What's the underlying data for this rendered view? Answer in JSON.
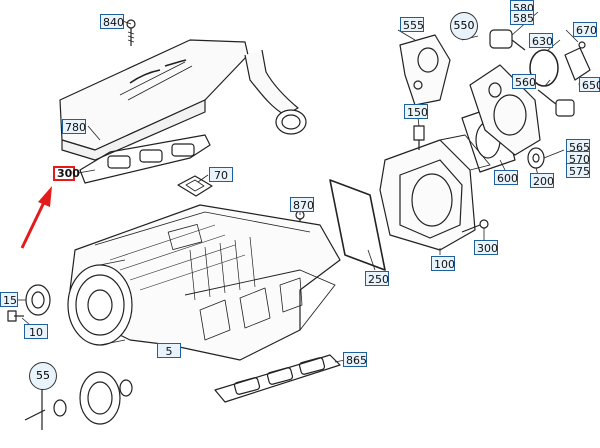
{
  "brand_color": "#1f5f9e",
  "highlight_color": "#e31b1b",
  "part_labels": {
    "p840": "840",
    "p780": "780",
    "p300a": "300",
    "p70": "70",
    "p870": "870",
    "p15": "15",
    "p10": "10",
    "p5": "5",
    "p55": "55",
    "p865": "865",
    "p555": "555",
    "p550": "550",
    "p580": "580",
    "p585": "585",
    "p630": "630",
    "p670": "670",
    "p560": "560",
    "p650": "650",
    "p150": "150",
    "p565": "565",
    "p570": "570",
    "p575": "575",
    "p600": "600",
    "p200": "200",
    "p250": "250",
    "p100": "100",
    "p300b": "300"
  },
  "icons": {
    "pointer": "red-arrow-icon"
  }
}
